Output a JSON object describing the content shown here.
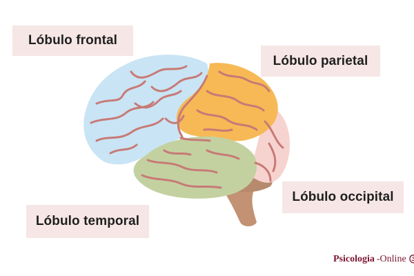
{
  "labels": {
    "frontal": "Lóbulo frontal",
    "parietal": "Lóbulo parietal",
    "occipital": "Lóbulo occipital",
    "temporal": "Lóbulo temporal"
  },
  "brand": {
    "name": "Psicologia",
    "suffix": "-Online",
    "icon": "brain-logo-icon"
  },
  "colors": {
    "frontal": "#c9e4f4",
    "parietal": "#f7b955",
    "occipital": "#f7d3cf",
    "temporal": "#c3d1a1",
    "brainstem": "#c39274",
    "cerebellum": "#c39274",
    "sulci": "#c77a76",
    "label_bg": "#f6e6e6",
    "brand": "#7a1530"
  }
}
